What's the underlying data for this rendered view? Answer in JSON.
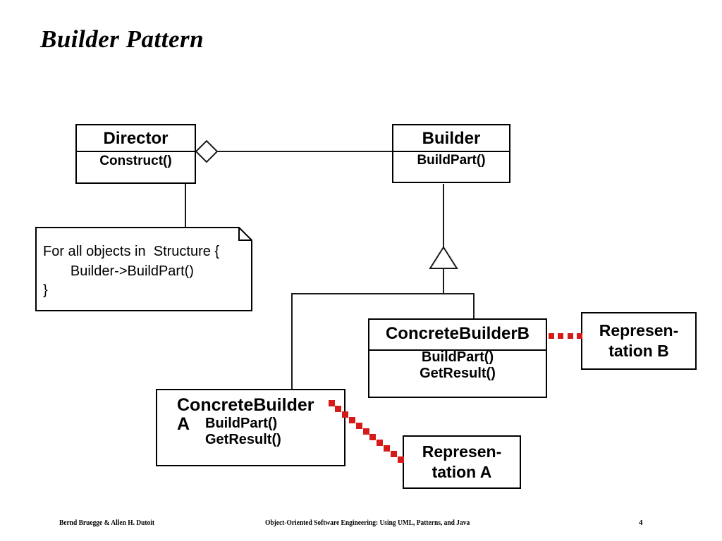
{
  "slide": {
    "title": "Builder Pattern"
  },
  "classes": {
    "director": {
      "name": "Director",
      "operations": "Construct()"
    },
    "builder": {
      "name": "Builder",
      "operations": "BuildPart()"
    },
    "concrete_builder_b": {
      "name": "ConcreteBuilderB",
      "operations": "BuildPart()\nGetResult()"
    },
    "concrete_builder_a": {
      "name": "ConcreteBuilder\nA",
      "operations": "BuildPart()\nGetResult()"
    }
  },
  "artifacts": {
    "representation_b": "Represen-\ntation B",
    "representation_a": "Represen-\ntation A"
  },
  "note": {
    "text": "For all objects in  Structure {\n       Builder->BuildPart()\n}"
  },
  "relationships": {
    "aggregation": "Director aggregates Builder",
    "generalization": "ConcreteBuilder A and ConcreteBuilderB inherit Builder",
    "dependency_b": "ConcreteBuilderB creates Representation B",
    "dependency_a": "ConcreteBuilder A creates Representation A"
  },
  "colors": {
    "stroke": "#000000",
    "dependency_red": "#d61a18",
    "background": "#ffffff"
  },
  "footer": {
    "authors": "Bernd Bruegge & Allen H. Dutoit",
    "book": "Object-Oriented Software Engineering: Using UML, Patterns, and Java",
    "page": "4"
  }
}
